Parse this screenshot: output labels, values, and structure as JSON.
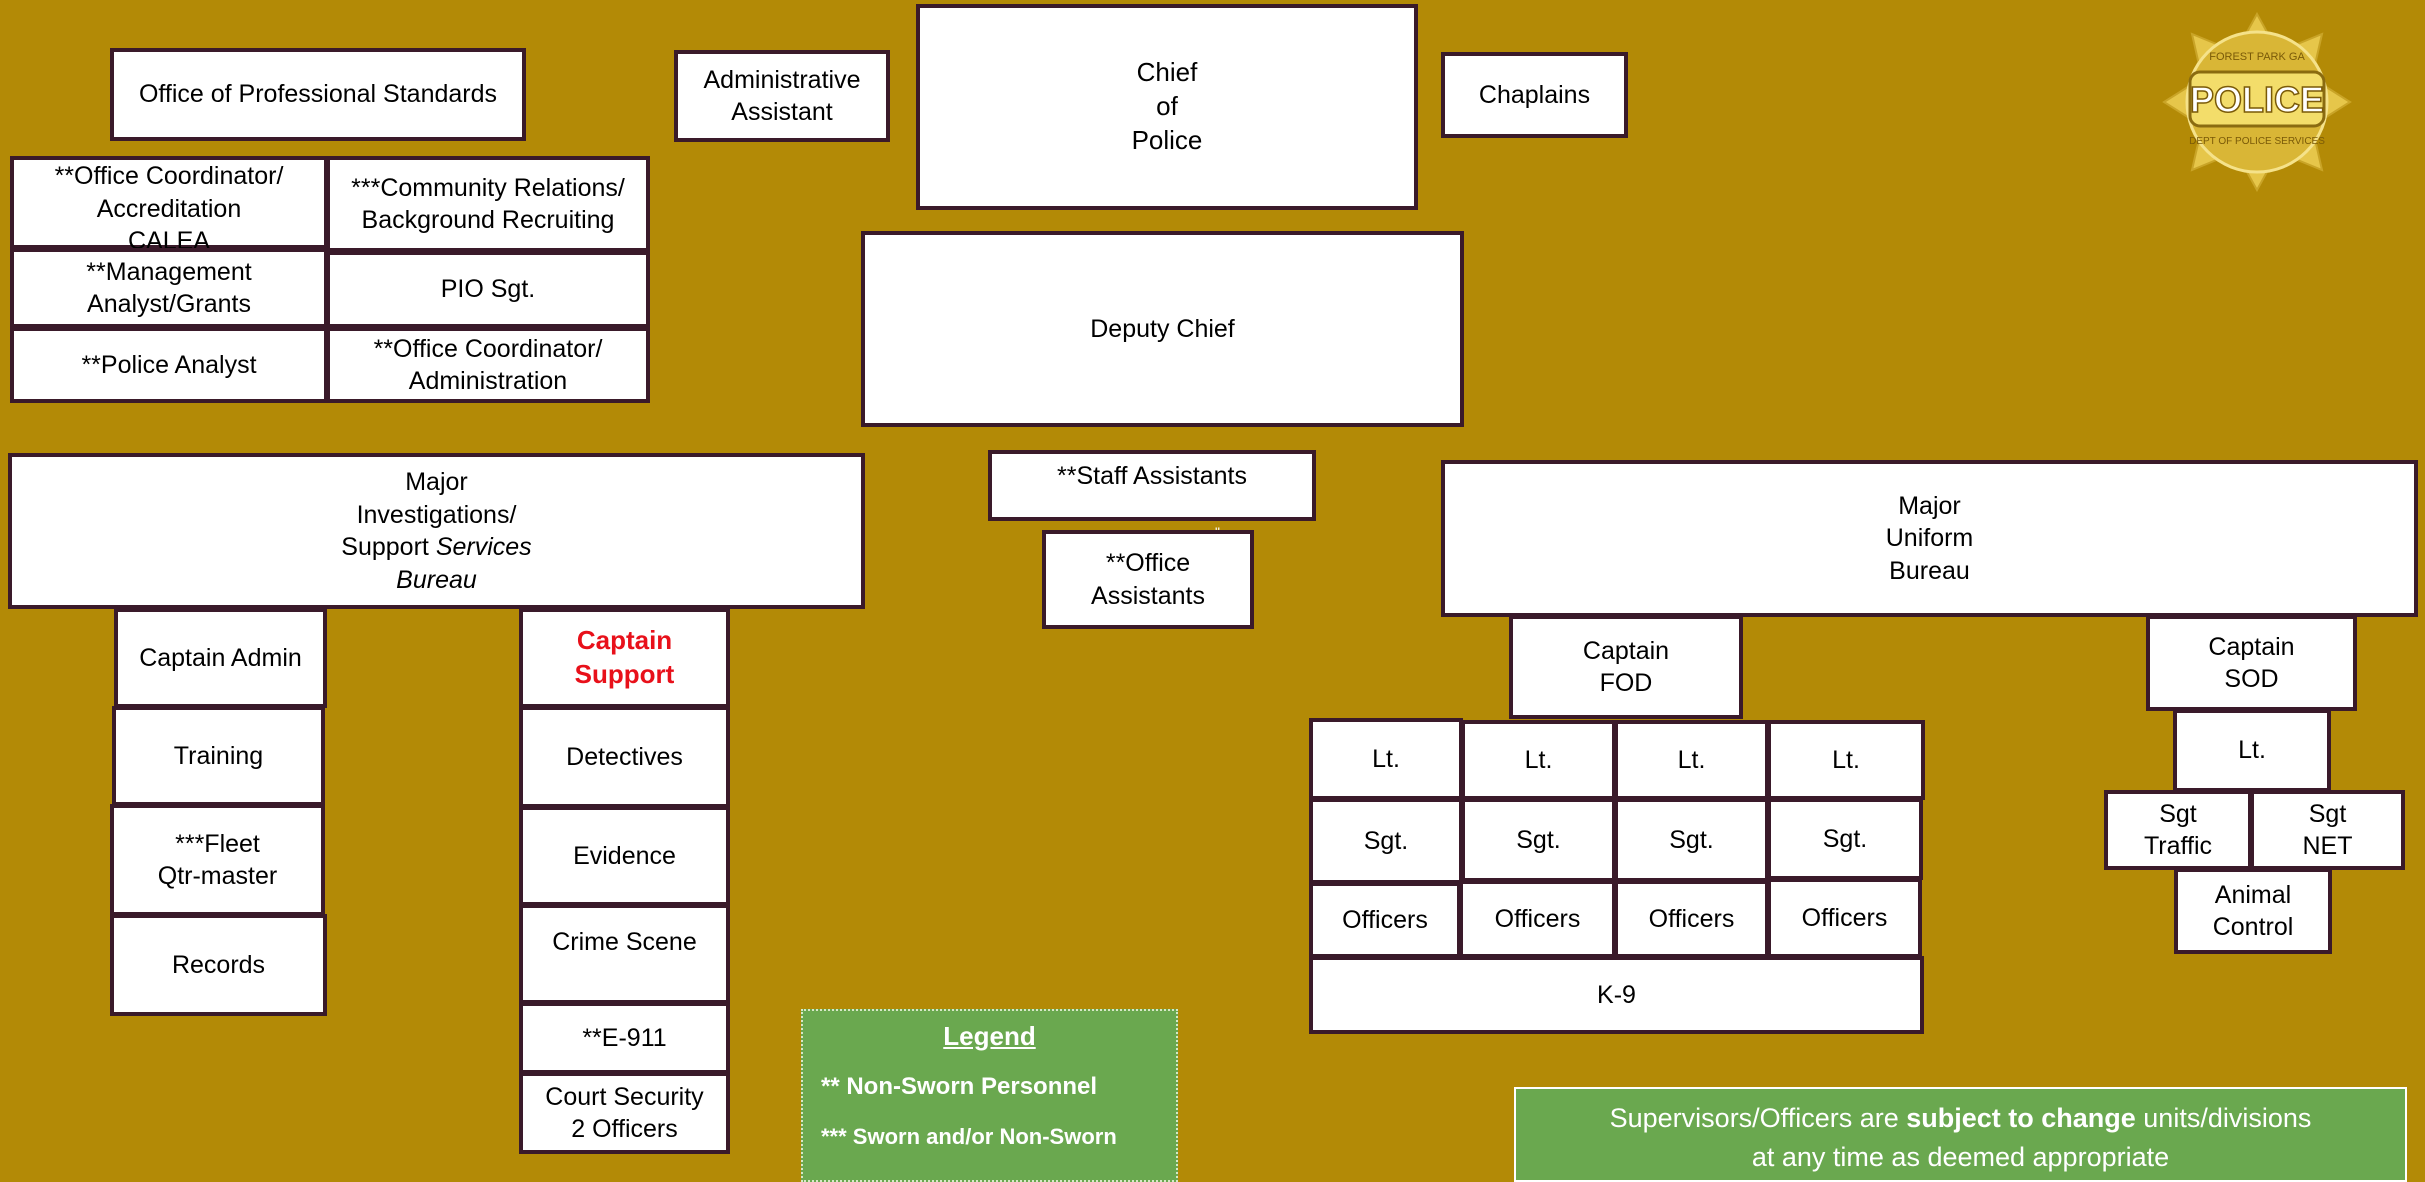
{
  "logo": {
    "top_text": "FOREST PARK GA",
    "main_text": "POLICE",
    "bottom_text": "DEPT OF POLICE SERVICES"
  },
  "boxes": {
    "ops": "Office of Professional Standards",
    "admin_assistant": "Administrative\nAssistant",
    "chief": "Chief\nof\nPolice",
    "chaplains": "Chaplains",
    "coord_accreditation": "**Office Coordinator/\nAccreditation\nCALEA",
    "community_relations": "***Community Relations/\nBackground Recruiting",
    "mgmt_analyst": "**Management\nAnalyst/Grants",
    "pio": "PIO Sgt.",
    "police_analyst": "**Police Analyst",
    "coord_admin": "**Office Coordinator/\nAdministration",
    "deputy_chief": "Deputy Chief",
    "staff_assistants": "**Staff Assistants",
    "office_assistants": "**Office\nAssistants",
    "major_investigations": {
      "line1": "Major",
      "line2": "Investigations/",
      "line3a": "Support ",
      "line3b": "Services",
      "line4": "Bureau"
    },
    "major_uniform": "Major\nUniform\nBureau",
    "captain_admin": "Captain Admin",
    "training": "Training",
    "fleet": "***Fleet\nQtr-master",
    "records": "Records",
    "captain_support": "Captain\nSupport",
    "detectives": "Detectives",
    "evidence": "Evidence",
    "crime_scene": "Crime Scene",
    "e911": "**E-911",
    "court_security": "Court Security\n2 Officers",
    "captain_fod": "Captain\nFOD",
    "lt": "Lt.",
    "sgt": "Sgt.",
    "officers": "Officers",
    "k9": "K-9",
    "captain_sod": "Captain\nSOD",
    "sod_lt": "Lt.",
    "sgt_traffic": "Sgt\nTraffic",
    "sgt_net": "Sgt\nNET",
    "animal_control": "Animal\nControl"
  },
  "legend": {
    "title": "Legend",
    "item1": "** Non-Sworn Personnel",
    "item2": "*** Sworn and/or Non-Sworn"
  },
  "note": {
    "part1": "Supervisors/Officers are ",
    "bold": "subject to change",
    "part2": " units/divisions",
    "line2": "at any time as deemed appropriate"
  },
  "colors": {
    "background": "#b38a06",
    "box_border": "#3a1a2a",
    "legend_green": "#6aa84f",
    "captain_support_red": "#e8101a"
  }
}
